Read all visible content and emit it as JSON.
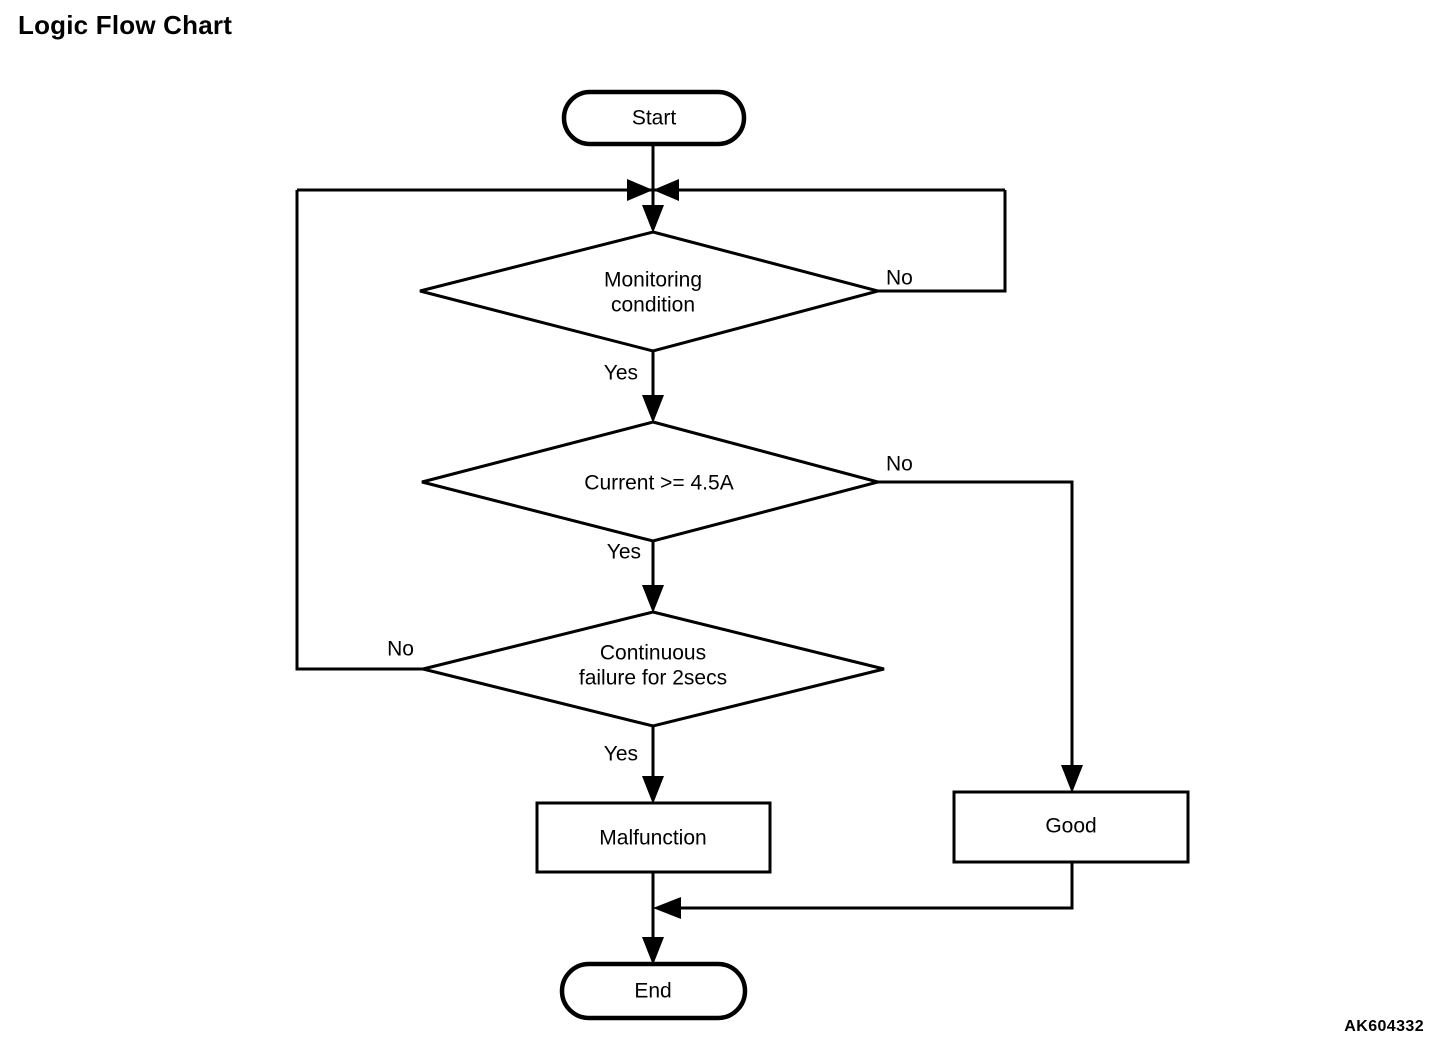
{
  "page": {
    "title": "Logic Flow Chart",
    "reference_code": "AK604332",
    "background_color": "#ffffff",
    "line_color": "#000000"
  },
  "chart_data": {
    "type": "diagram",
    "diagram_kind": "flowchart",
    "title": "Logic Flow Chart",
    "orientation": "top-to-bottom",
    "nodes": [
      {
        "id": "start",
        "shape": "terminator",
        "label": "Start"
      },
      {
        "id": "monitoring",
        "shape": "decision",
        "label": "Monitoring condition",
        "label_line1": "Monitoring",
        "label_line2": "condition"
      },
      {
        "id": "current",
        "shape": "decision",
        "label": "Current >= 4.5A",
        "label_line1": "Current >= 4.5A",
        "label_line2": ""
      },
      {
        "id": "continuous",
        "shape": "decision",
        "label": "Continuous failure for 2secs",
        "label_line1": "Continuous",
        "label_line2": "failure for 2secs"
      },
      {
        "id": "malfunction",
        "shape": "process",
        "label": "Malfunction"
      },
      {
        "id": "good",
        "shape": "process",
        "label": "Good"
      },
      {
        "id": "end",
        "shape": "terminator",
        "label": "End"
      }
    ],
    "edges": [
      {
        "from": "start",
        "to": "monitoring",
        "label": ""
      },
      {
        "from": "monitoring",
        "to": "current",
        "label": "Yes"
      },
      {
        "from": "monitoring",
        "to": "monitoring",
        "label": "No",
        "route": "right-loop-back-to-entry"
      },
      {
        "from": "current",
        "to": "continuous",
        "label": "Yes"
      },
      {
        "from": "current",
        "to": "good",
        "label": "No",
        "route": "right-down"
      },
      {
        "from": "continuous",
        "to": "monitoring",
        "label": "No",
        "route": "left-loop-back-to-entry"
      },
      {
        "from": "continuous",
        "to": "malfunction",
        "label": "Yes"
      },
      {
        "from": "malfunction",
        "to": "end",
        "label": ""
      },
      {
        "from": "good",
        "to": "end",
        "label": "",
        "route": "down-left-merge"
      }
    ],
    "edge_labels": {
      "yes": "Yes",
      "no": "No"
    }
  }
}
